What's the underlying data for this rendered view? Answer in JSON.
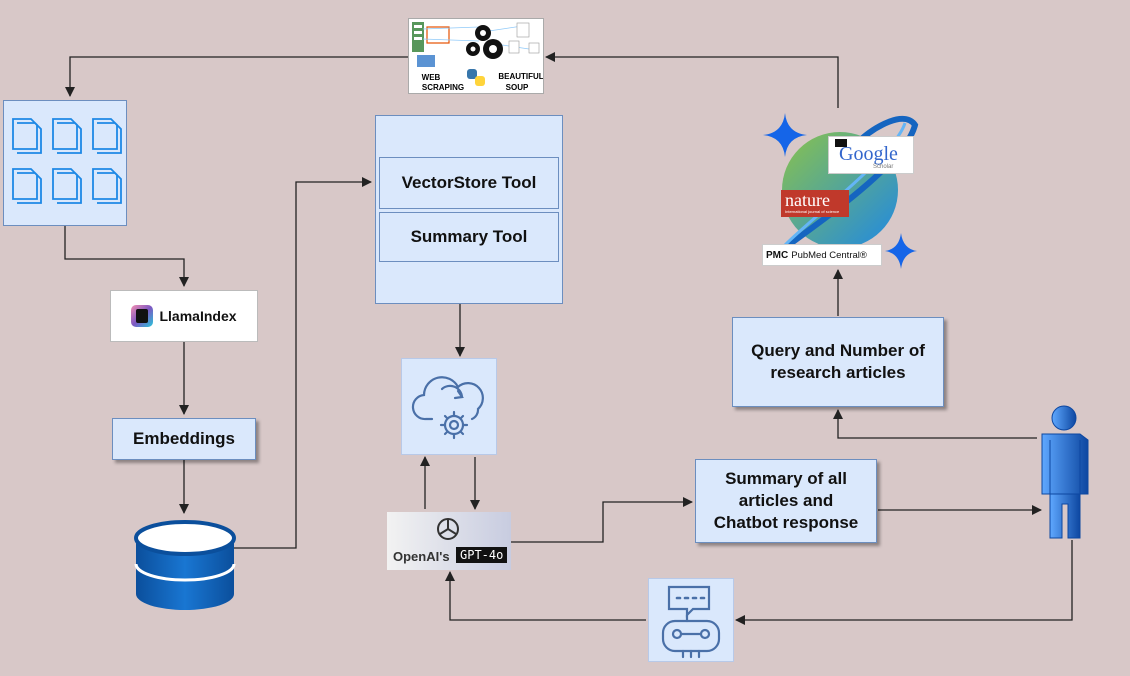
{
  "nodes": {
    "scraping": {
      "web_label": "WEB\nSCRAPING",
      "web_line1": "WEB",
      "web_line2": "SCRAPING",
      "bs_line1": "BEAUTIFUL",
      "bs_line2": "SOUP"
    },
    "llamaindex": {
      "label": "LlamaIndex"
    },
    "embeddings": {
      "label": "Embeddings"
    },
    "tools": {
      "vectorstore": "VectorStore Tool",
      "summary": "Summary Tool"
    },
    "gpt": {
      "brand": "OpenAI's",
      "model": "GPT-4o"
    },
    "summary_output": {
      "line1": "Summary of all",
      "line2": "articles and",
      "line3": "Chatbot response"
    },
    "query": {
      "line1": "Query and Number of",
      "line2": "research articles"
    },
    "sources": {
      "google": "Google",
      "google_sub": "Scholar",
      "nature": "nature",
      "nature_sub": "International journal of science",
      "pmc_abbr": "PMC",
      "pmc_name": "PubMed Central®"
    }
  },
  "colors": {
    "background": "#d8c8c8",
    "box_fill": "#dae8fc",
    "box_border": "#6c8ebf",
    "icon_blue": "#1e88e5",
    "line": "#222222"
  }
}
